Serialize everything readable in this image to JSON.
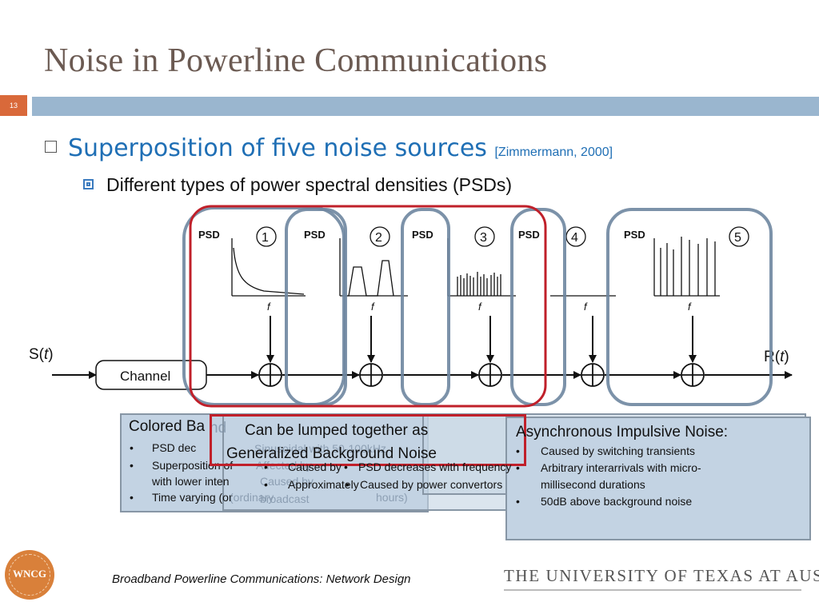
{
  "slide": {
    "title": "Noise in Powerline Communications",
    "number": "13"
  },
  "bullets": {
    "level1_text": "Superposition of five noise sources",
    "level1_cite": "[Zimmermann, 2000]",
    "level2_text": "Different types of power spectral densities (PSDs)"
  },
  "diagram": {
    "input_label_prefix": "S(",
    "input_label_var": "t",
    "input_label_suffix": ")",
    "output_label_prefix": "R(",
    "output_label_var": "t",
    "output_label_suffix": ")",
    "channel_label": "Channel",
    "psd_label": "PSD",
    "freq_label": "f",
    "source_numbers": [
      "1",
      "2",
      "3",
      "4",
      "5"
    ]
  },
  "panels": {
    "colored": {
      "heading": "Colored Ba",
      "items": [
        "PSD dec",
        "Superposition of",
        "with lower inten",
        "Time varying (or"
      ]
    },
    "ghost_fragments": [
      "nd",
      "Sinusoidal with 50-100kHz",
      "Affected by",
      "Caused by",
      "Caused by",
      "broadcast",
      "(ordinary",
      "hours)"
    ],
    "generalized": {
      "heading_line1": "Can be lumped together as",
      "heading_line2": "Generalized Background Noise",
      "items": [
        "Caused by",
        "PSD decreases with frequency",
        "Approximately",
        "Caused by power convertors"
      ]
    },
    "async": {
      "heading": "Asynchronous Impulsive Noise:",
      "items": [
        "Caused by switching transients",
        "Arbitrary interarrivals with micro-",
        "millisecond durations",
        "50dB above background noise"
      ]
    }
  },
  "footer": {
    "course": "Broadband Powerline Communications: Network Design",
    "university": "THE UNIVERSITY OF TEXAS AT AUSTIN",
    "logo_text": "WNCG"
  },
  "colors": {
    "title": "#6b5a52",
    "rule": "#9ab6cf",
    "accent_orange": "#d9693a",
    "bullet_blue": "#1f6fb5",
    "frame_blue": "#6e86a0",
    "frame_red": "#c0202a",
    "panel_fill": "#c3d3e3"
  }
}
